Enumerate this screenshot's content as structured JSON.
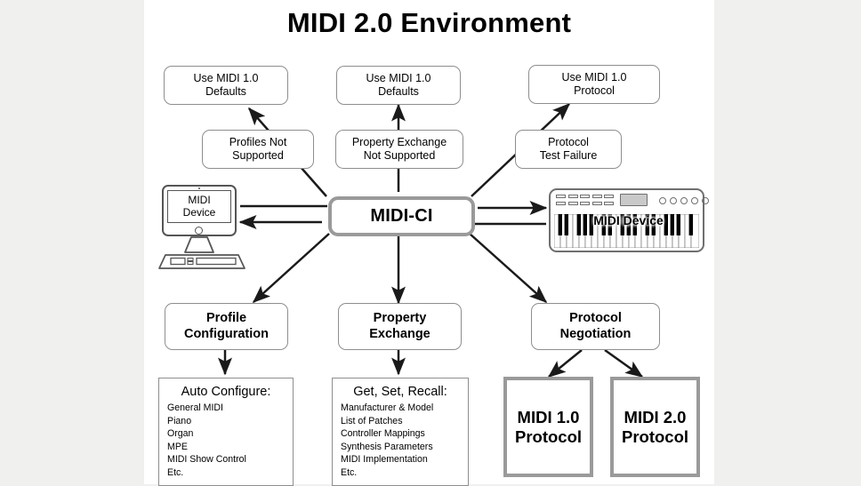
{
  "page": {
    "title": "MIDI 2.0 Environment",
    "canvas_bg": "#ffffff",
    "page_bg": "#f0f0ef",
    "line_color": "#1a1a1a",
    "thin_border": "#8e8e8e",
    "thick_border": "#9a9a9a"
  },
  "top_row": [
    {
      "line1": "Use MIDI 1.0",
      "line2": "Defaults"
    },
    {
      "line1": "Use MIDI 1.0",
      "line2": "Defaults"
    },
    {
      "line1": "Use MIDI 1.0",
      "line2": "Protocol"
    }
  ],
  "failure_row": [
    {
      "line1": "Profiles Not",
      "line2": "Supported"
    },
    {
      "line1": "Property Exchange",
      "line2": "Not Supported"
    },
    {
      "line1": "Protocol",
      "line2": "Test Failure"
    }
  ],
  "hub": {
    "label": "MIDI-CI"
  },
  "devices": {
    "computer": {
      "line1": "MIDI",
      "line2": "Device"
    },
    "keyboard": {
      "label": "MIDI Device"
    }
  },
  "categories": [
    {
      "line1": "Profile",
      "line2": "Configuration"
    },
    {
      "line1": "Property",
      "line2": "Exchange"
    },
    {
      "line1": "Protocol",
      "line2": "Negotiation"
    }
  ],
  "details": [
    {
      "heading": "Auto Configure:",
      "items": [
        "General MIDI",
        "Piano",
        "Organ",
        "MPE",
        "MIDI Show Control",
        "Etc."
      ]
    },
    {
      "heading": "Get, Set, Recall:",
      "items": [
        "Manufacturer & Model",
        "List of Patches",
        "Controller Mappings",
        "Synthesis Parameters",
        "MIDI Implementation",
        "Etc."
      ]
    }
  ],
  "protocols": [
    {
      "line1": "MIDI 1.0",
      "line2": "Protocol"
    },
    {
      "line1": "MIDI 2.0",
      "line2": "Protocol"
    }
  ]
}
